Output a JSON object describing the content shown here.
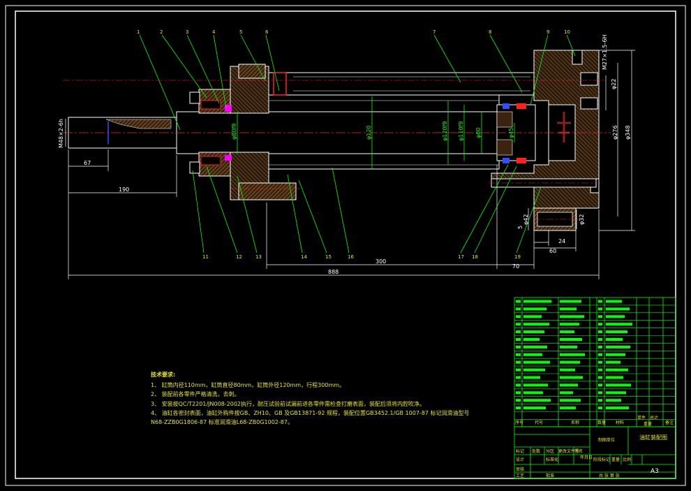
{
  "drawing": {
    "title": "油缸装配图",
    "sheet_size": "A3",
    "thread_top": "M27×1.5-6H"
  },
  "dimensions": {
    "left_thread": "M48×2-6h",
    "d67": "67",
    "d190": "190",
    "d300": "300",
    "d70": "70",
    "d888": "888",
    "d60": "60",
    "d24": "24",
    "d5": "5",
    "phi80_rod": "φ80f9",
    "phi120": "φ120",
    "phi120b": "φ120f9",
    "phi110": "φ110f9",
    "phi80": "φ80",
    "phi45": "φ45",
    "phi22": "φ22",
    "phi32": "φ32",
    "phi42": "φ42",
    "phi276": "φ276",
    "phi348": "φ348"
  },
  "balloons_top": [
    "1",
    "2",
    "3",
    "4",
    "5",
    "6",
    "7",
    "8",
    "9",
    "10"
  ],
  "balloons_bottom": [
    "11",
    "12",
    "13",
    "14",
    "15",
    "16",
    "17",
    "18",
    "19"
  ],
  "tech_requirements": {
    "heading": "技术要求:",
    "lines": [
      "1、 缸筒内径110mm，缸筒直径80mm，缸筒外径120mm，行程300mm。",
      "2、 装配前各零件严格清洗，去刺。",
      "3、 安装按QC/T2201/JN008-2002执行，耐压试验前试漏前进各零件需检查打磨表面，装配后须将内腔吹净。",
      "4、 油缸各密封表面，油缸外购件按GB、ZH10、GB 及GB13871-92 规程，装配位置GB3452.1/GB 1007-87 标记润滑油型号",
      "        N68-ZZB0G1806-87 标准润滑油L68-ZB0G1002-87。"
    ]
  },
  "title_block": {
    "col_headers": [
      "序号",
      "代号",
      "名称",
      "数量",
      "材料",
      "单件",
      "总计",
      "备注"
    ],
    "weight_header": "重量",
    "rows_labels": [
      "标记",
      "处数",
      "分区",
      "更改文件号",
      "签名",
      "年月日"
    ],
    "design_row": [
      "设计",
      "标准化",
      "阶段标记",
      "重量",
      "比例"
    ],
    "review": "审核",
    "process": "工艺",
    "approve": "批准",
    "sheets": "共 张 第 张",
    "company": "制图单位"
  },
  "colors": {
    "background": "#000000",
    "outline": "#ffffff",
    "green": "#00ff00",
    "yellow": "#e6e61a",
    "red": "#ff2020",
    "magenta": "#ff00ff",
    "brown": "#8b5a2b",
    "blue": "#3050ff",
    "cyan": "#00c8ff"
  }
}
